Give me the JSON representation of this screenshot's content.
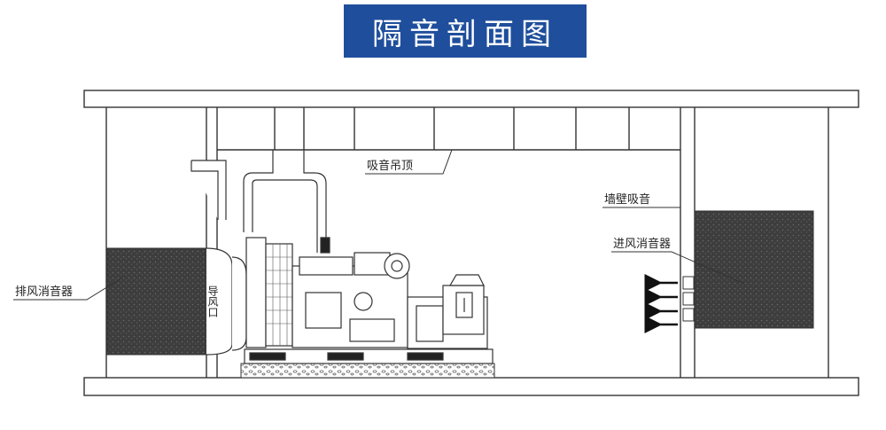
{
  "title": "隔音剖面图",
  "labels": {
    "ceiling_absorption": "吸音吊顶",
    "wall_absorption": "墙壁吸音",
    "intake_silencer": "进风消音器",
    "exhaust_silencer": "排风消音器",
    "air_guide": "导风口"
  },
  "colors": {
    "title_bg": "#1f4e9c",
    "silencer_fill": "#4a4a4a",
    "line": "#333333"
  }
}
